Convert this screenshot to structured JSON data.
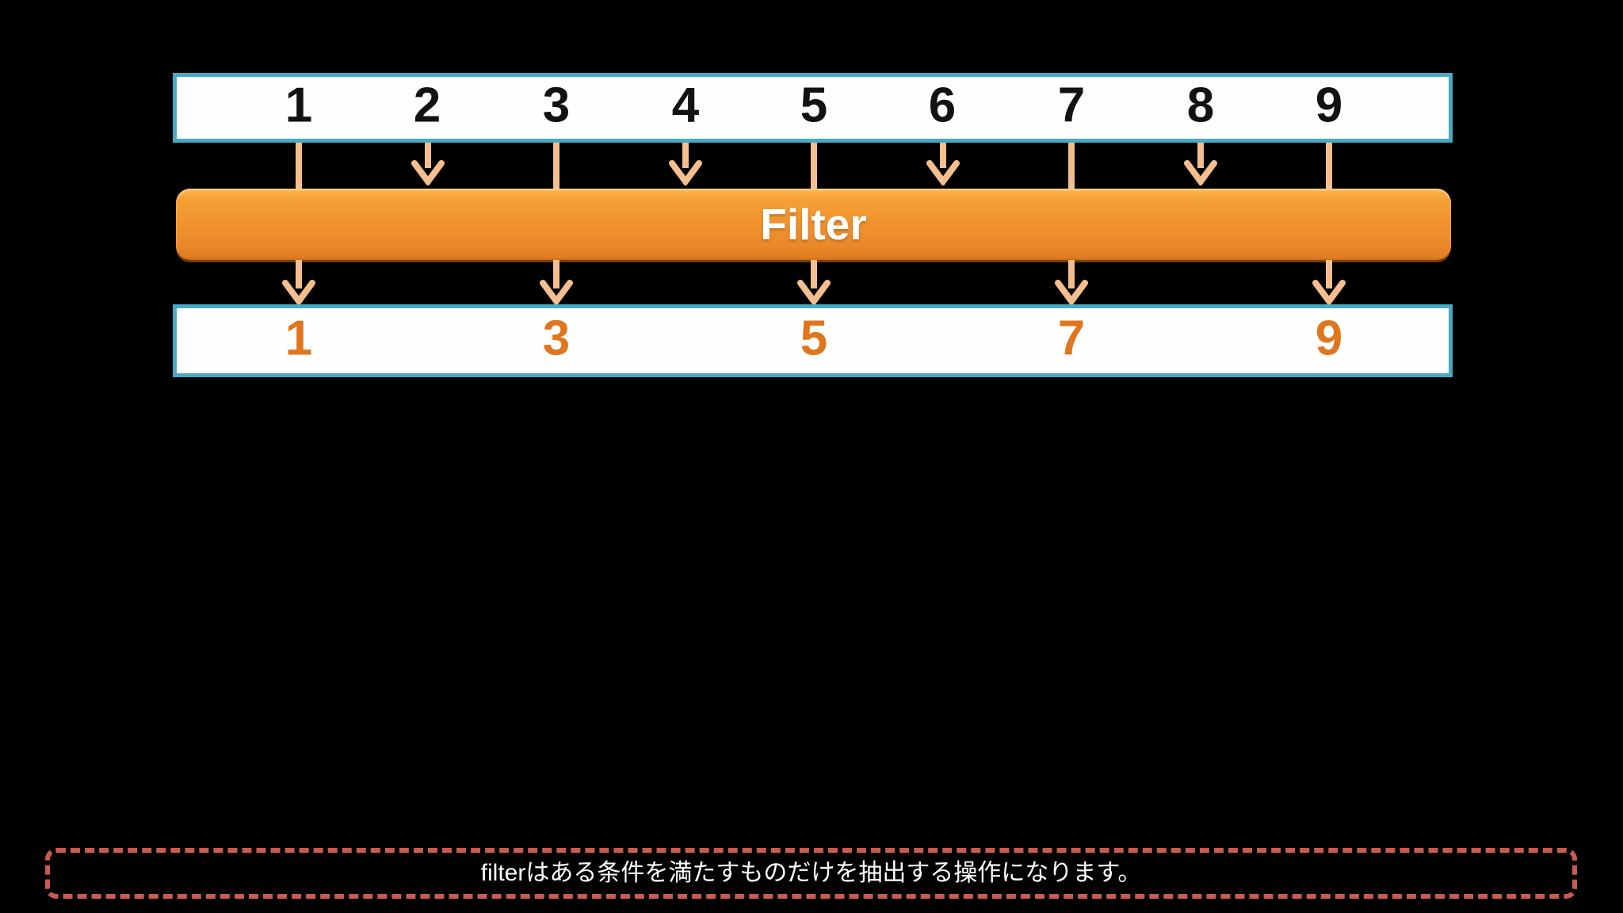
{
  "slide": {
    "input_box": {
      "items": [
        "1",
        "2",
        "3",
        "4",
        "5",
        "6",
        "7",
        "8",
        "9"
      ]
    },
    "filter": {
      "label": "Filter"
    },
    "output_box": {
      "items": [
        "1",
        "3",
        "5",
        "7",
        "9"
      ]
    },
    "caption": {
      "text": "filterはある条件を満たすものだけを抽出する操作になります。"
    },
    "colors": {
      "background": "#000000",
      "box_border": "#47AAC5",
      "box_fill": "#FEFEFE",
      "input_number": "#121212",
      "output_number": "#E0761E",
      "arrow": "#F4BE8E",
      "filter_gradient_top": "#FCB446",
      "filter_gradient_bottom": "#E07D22",
      "filter_label_text": "#FFFFFF",
      "caption_border": "#C95B4F",
      "caption_text": "#FFFFFF"
    }
  }
}
